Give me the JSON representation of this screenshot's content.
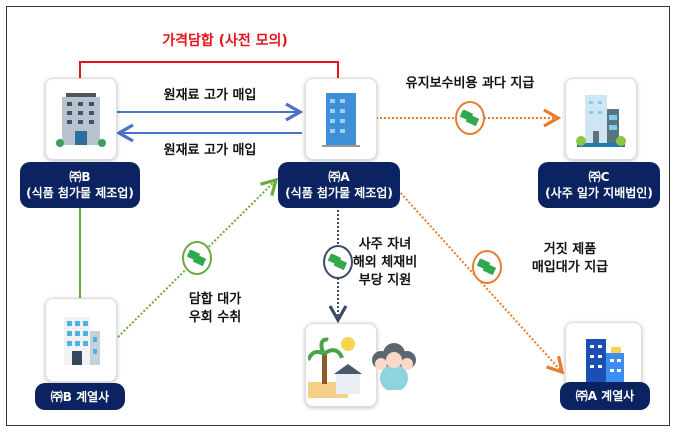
{
  "collusion_label": "가격담합 (사전 모의)",
  "companies": {
    "b": {
      "name": "㈜B",
      "desc": "(식품 첨가물 제조업)"
    },
    "a": {
      "name": "㈜A",
      "desc": "(식품 첨가물 제조업)"
    },
    "c": {
      "name": "㈜C",
      "desc": "(사주 일가 지배법인)"
    },
    "b_affiliate": {
      "name": "㈜B 계열사"
    },
    "a_affiliate": {
      "name": "㈜A 계열사"
    }
  },
  "flows": {
    "b_to_a": "원재료 고가 매입",
    "a_to_b": "원재료 고가 매입",
    "a_to_c": "유지보수비용 과다 지급",
    "b_aff_to_a": [
      "담합 대가",
      "우회 수취"
    ],
    "a_to_family": [
      "사주 자녀",
      "해외 체재비",
      "부당 지원"
    ],
    "a_to_a_aff": [
      "거짓 제품",
      "매입대가 지급"
    ]
  },
  "colors": {
    "red": "#e8141b",
    "blue": "#4a72c4",
    "orange": "#e87b2c",
    "green": "#6aaa3a",
    "navy": "#0b2360",
    "slate": "#3c4a66"
  }
}
